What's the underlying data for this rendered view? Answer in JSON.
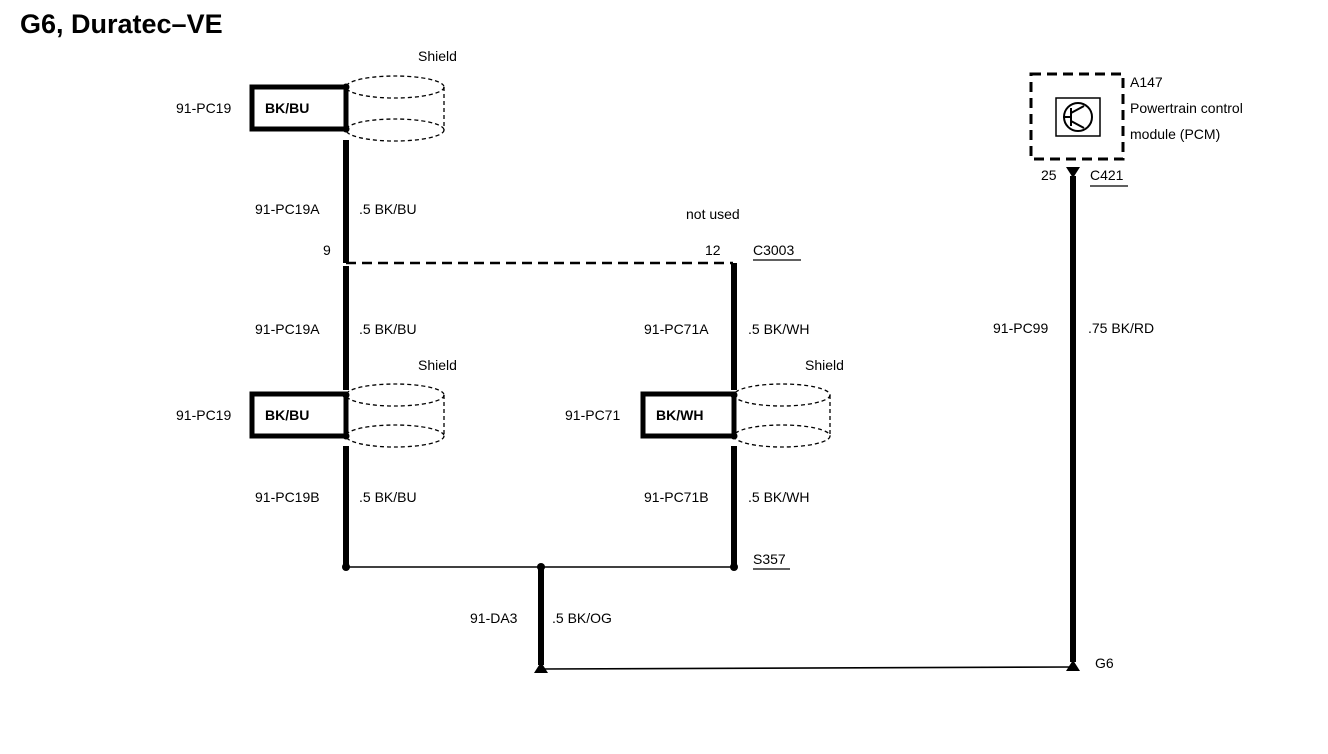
{
  "title": "G6, Duratec–VE",
  "shields": [
    "Shield",
    "Shield",
    "Shield"
  ],
  "wires": {
    "pc19_top_circuit": "91-PC19",
    "pc19_top_color": "BK/BU",
    "pc19a_upper_circuit": "91-PC19A",
    "pc19a_upper_color": ".5 BK/BU",
    "pc19a_lower_circuit": "91-PC19A",
    "pc19a_lower_color": ".5 BK/BU",
    "pc19_mid_circuit": "91-PC19",
    "pc19_mid_color": "BK/BU",
    "pc19b_circuit": "91-PC19B",
    "pc19b_color": ".5 BK/BU",
    "pc71a_circuit": "91-PC71A",
    "pc71a_color": ".5 BK/WH",
    "pc71_circuit": "91-PC71",
    "pc71_color": "BK/WH",
    "pc71b_circuit": "91-PC71B",
    "pc71b_color": ".5 BK/WH",
    "da3_circuit": "91-DA3",
    "da3_color": ".5 BK/OG",
    "pc99_circuit": "91-PC99",
    "pc99_color": ".75 BK/RD"
  },
  "connectors": {
    "c3003_label": "C3003",
    "c3003_pin_left": "9",
    "c3003_pin_right": "12",
    "not_used": "not used",
    "s357_label": "S357",
    "c421_label": "C421",
    "c421_pin": "25"
  },
  "module": {
    "id": "A147",
    "name_line1": "Powertrain control",
    "name_line2": "module (PCM)"
  },
  "ground": "G6"
}
